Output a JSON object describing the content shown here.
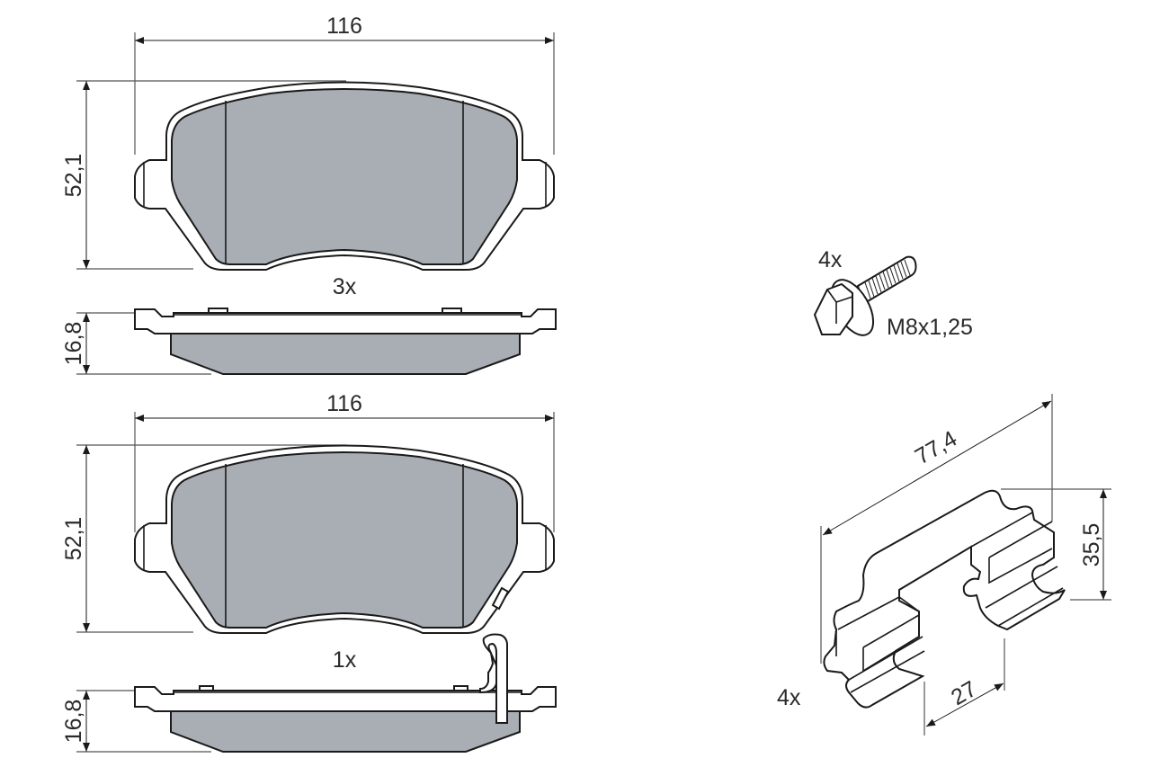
{
  "drawing": {
    "colors": {
      "pad_fill": "#a9adb4",
      "line": "#1a1a1a",
      "text": "#2a2a2a",
      "background": "#ffffff"
    },
    "pad_top": {
      "width_label": "116",
      "height_label": "52,1",
      "quantity_label": "3x",
      "thickness_label": "16,8"
    },
    "pad_bottom": {
      "width_label": "116",
      "height_label": "52,1",
      "quantity_label": "1x",
      "thickness_label": "16,8",
      "has_wear_indicator": true
    },
    "bolt": {
      "quantity_label": "4x",
      "thread_label": "M8x1,25"
    },
    "clip": {
      "quantity_label": "4x",
      "length_label": "77,4",
      "height_label": "35,5",
      "width_label": "27"
    }
  }
}
